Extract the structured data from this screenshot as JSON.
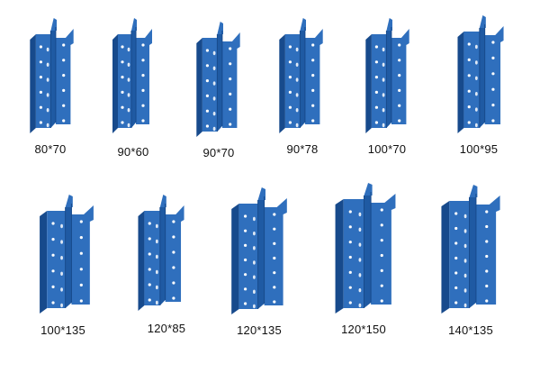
{
  "colors": {
    "face": "#2f6fbd",
    "shade": "#1f5aa3",
    "dark": "#174a8c",
    "hole": "#ffffff",
    "label": "#111111"
  },
  "uprights": [
    {
      "label": "80*70"
    },
    {
      "label": "90*60"
    },
    {
      "label": "90*70"
    },
    {
      "label": "90*78"
    },
    {
      "label": "100*70"
    },
    {
      "label": "100*95"
    },
    {
      "label": "100*135"
    },
    {
      "label": "120*85"
    },
    {
      "label": "120*135"
    },
    {
      "label": "120*150"
    },
    {
      "label": "140*135"
    }
  ]
}
